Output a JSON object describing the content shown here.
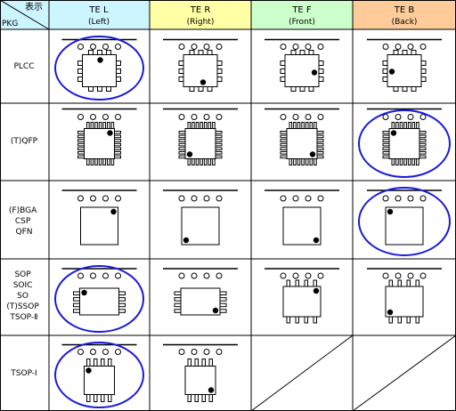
{
  "corner": {
    "top": "表示",
    "bottom": "PKG"
  },
  "columns": [
    {
      "code": "TE L",
      "sub": "(Left)",
      "color": "#ccf5ff"
    },
    {
      "code": "TE R",
      "sub": "(Right)",
      "color": "#ffffa6"
    },
    {
      "code": "TE F",
      "sub": "(Front)",
      "color": "#ccffcc"
    },
    {
      "code": "TE B",
      "sub": "(Back)",
      "color": "#ffcc99"
    }
  ],
  "rows": [
    {
      "label_lines": [
        "PLCC"
      ]
    },
    {
      "label_lines": [
        "(T)QFP"
      ]
    },
    {
      "label_lines": [
        "(F)BGA",
        "CSP",
        "QFN"
      ]
    },
    {
      "label_lines": [
        "SOP",
        "SOIC",
        "SO",
        "(T)SSOP",
        "TSOP-Ⅱ"
      ]
    },
    {
      "label_lines": [
        "TSOP-Ⅰ"
      ]
    }
  ],
  "circled": [
    {
      "row": 0,
      "col": 0
    },
    {
      "row": 1,
      "col": 3
    },
    {
      "row": 2,
      "col": 3
    },
    {
      "row": 3,
      "col": 0
    },
    {
      "row": 4,
      "col": 0
    }
  ],
  "not_applicable": [
    {
      "row": 4,
      "col": 2
    },
    {
      "row": 4,
      "col": 3
    }
  ],
  "colors": {
    "grid": "#000000",
    "highlight": "#1a1adc",
    "header_left": "#ccf5ff"
  }
}
